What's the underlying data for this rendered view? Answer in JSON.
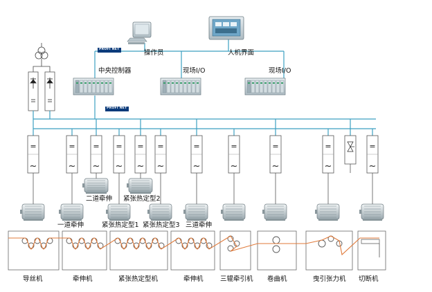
{
  "top": {
    "operator": "操作员",
    "hmi": "人机界面",
    "central_controller": "中央控制器",
    "field_io_1": "现场I/O",
    "field_io_2": "现场I/O",
    "profinet_tag_1": "PROFI NET",
    "profinet_tag_2": "PROFI NET"
  },
  "drives": {
    "symbol_eq": "=",
    "symbol_ac": "~"
  },
  "motor_labels": [
    "二道牵伸",
    "紧张热定型2",
    "一道牵伸",
    "紧张热定型1",
    "紧张热定型3",
    "三道牵伸"
  ],
  "machines": [
    "导丝机",
    "牵伸机",
    "紧张热定型机",
    "牵伸机",
    "三辊牵引机",
    "卷曲机",
    "曳引张力机",
    "切断机"
  ],
  "colors": {
    "bus": "#3c9fc0",
    "drive_fill": "#ffffff",
    "drive_stroke": "#555555",
    "thread": "#e07a3a",
    "machine_stroke": "#666666",
    "device": "#c8d6dc"
  }
}
